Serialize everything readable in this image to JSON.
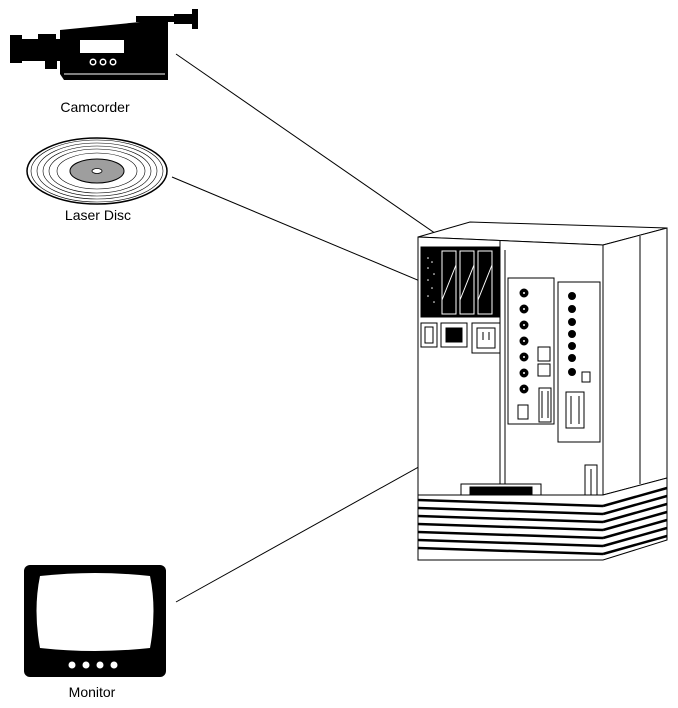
{
  "labels": {
    "camcorder": "Camcorder",
    "laser_disc": "Laser Disc",
    "monitor": "Monitor"
  },
  "icons": [
    "camcorder-icon",
    "laser-disc-icon",
    "monitor-icon",
    "computer-chassis-icon"
  ],
  "colors": {
    "ink": "#000000",
    "paper": "#ffffff",
    "disc_gray": "#9e9e9e",
    "panel_gray": "#c8c8c8"
  }
}
